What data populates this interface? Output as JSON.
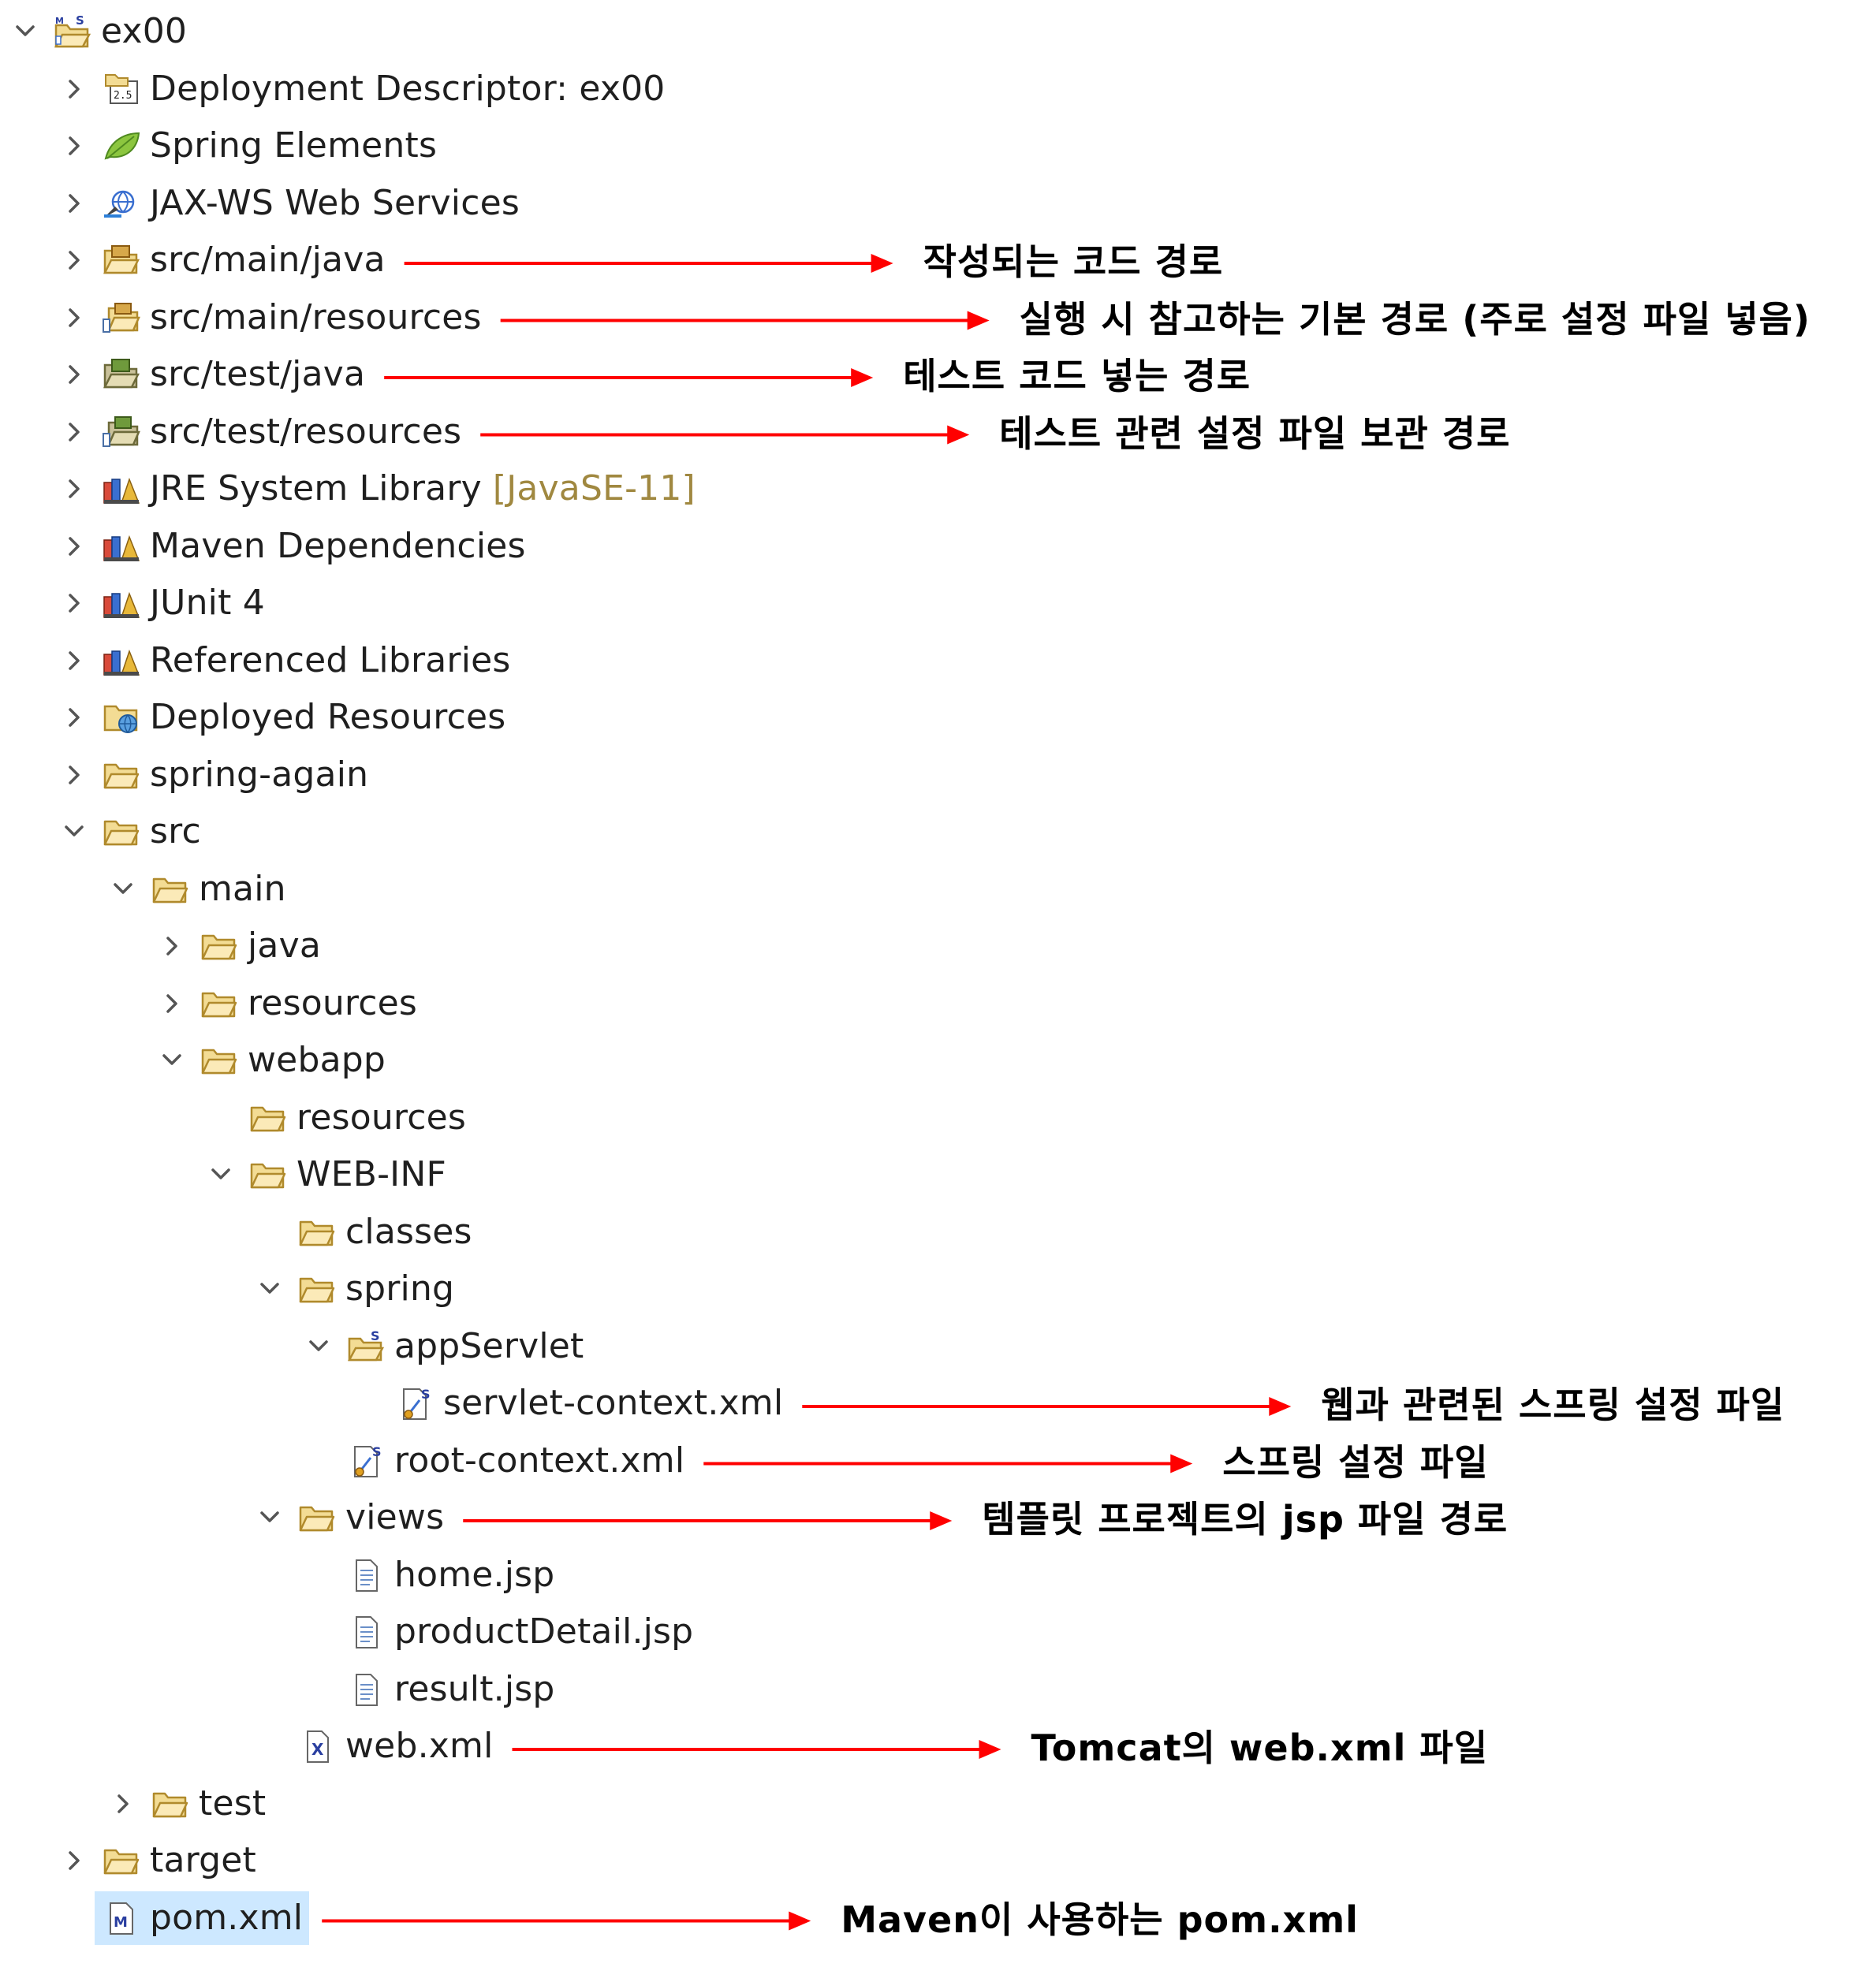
{
  "tree": [
    {
      "label": "ex00",
      "icon": "maven-spring-project-icon",
      "level": 0,
      "state": "expanded"
    },
    {
      "label": "Deployment Descriptor: ex00",
      "icon": "deployment-descriptor-icon",
      "level": 1,
      "state": "collapsed"
    },
    {
      "label": "Spring Elements",
      "icon": "spring-leaf-icon",
      "level": 1,
      "state": "collapsed"
    },
    {
      "label": "JAX-WS Web Services",
      "icon": "web-services-icon",
      "level": 1,
      "state": "collapsed"
    },
    {
      "label": "src/main/java",
      "icon": "source-folder-icon",
      "level": 1,
      "state": "collapsed"
    },
    {
      "label": "src/main/resources",
      "icon": "resource-source-folder-icon",
      "level": 1,
      "state": "collapsed"
    },
    {
      "label": "src/test/java",
      "icon": "test-source-folder-icon",
      "level": 1,
      "state": "collapsed"
    },
    {
      "label": "src/test/resources",
      "icon": "test-resource-folder-icon",
      "level": 1,
      "state": "collapsed"
    },
    {
      "label": "JRE System Library",
      "decoration": "[JavaSE-11]",
      "icon": "library-icon",
      "level": 1,
      "state": "collapsed"
    },
    {
      "label": "Maven Dependencies",
      "icon": "library-icon",
      "level": 1,
      "state": "collapsed"
    },
    {
      "label": "JUnit 4",
      "icon": "library-icon",
      "level": 1,
      "state": "collapsed"
    },
    {
      "label": "Referenced Libraries",
      "icon": "library-icon",
      "level": 1,
      "state": "collapsed"
    },
    {
      "label": "Deployed Resources",
      "icon": "deployed-resources-icon",
      "level": 1,
      "state": "collapsed"
    },
    {
      "label": "spring-again",
      "icon": "folder-icon",
      "level": 1,
      "state": "collapsed"
    },
    {
      "label": "src",
      "icon": "folder-icon",
      "level": 1,
      "state": "expanded"
    },
    {
      "label": "main",
      "icon": "folder-icon",
      "level": 2,
      "state": "expanded"
    },
    {
      "label": "java",
      "icon": "folder-icon",
      "level": 3,
      "state": "collapsed"
    },
    {
      "label": "resources",
      "icon": "folder-icon",
      "level": 3,
      "state": "collapsed"
    },
    {
      "label": "webapp",
      "icon": "folder-icon",
      "level": 3,
      "state": "expanded"
    },
    {
      "label": "resources",
      "icon": "folder-icon",
      "level": 4,
      "state": "leaf"
    },
    {
      "label": "WEB-INF",
      "icon": "folder-icon",
      "level": 4,
      "state": "expanded"
    },
    {
      "label": "classes",
      "icon": "folder-icon",
      "level": 5,
      "state": "leaf"
    },
    {
      "label": "spring",
      "icon": "folder-icon",
      "level": 5,
      "state": "expanded"
    },
    {
      "label": "appServlet",
      "icon": "spring-folder-icon",
      "level": 6,
      "state": "expanded"
    },
    {
      "label": "servlet-context.xml",
      "icon": "spring-xml-file-icon",
      "level": 7,
      "state": "leaf"
    },
    {
      "label": "root-context.xml",
      "icon": "spring-xml-file-icon",
      "level": 6,
      "state": "leaf"
    },
    {
      "label": "views",
      "icon": "folder-icon",
      "level": 5,
      "state": "expanded"
    },
    {
      "label": "home.jsp",
      "icon": "jsp-file-icon",
      "level": 6,
      "state": "leaf"
    },
    {
      "label": "productDetail.jsp",
      "icon": "jsp-file-icon",
      "level": 6,
      "state": "leaf"
    },
    {
      "label": "result.jsp",
      "icon": "jsp-file-icon",
      "level": 6,
      "state": "leaf"
    },
    {
      "label": "web.xml",
      "icon": "xml-file-icon",
      "level": 5,
      "state": "leaf"
    },
    {
      "label": "test",
      "icon": "folder-icon",
      "level": 2,
      "state": "collapsed"
    },
    {
      "label": "target",
      "icon": "folder-icon",
      "level": 1,
      "state": "collapsed"
    },
    {
      "label": "pom.xml",
      "icon": "maven-pom-file-icon",
      "level": 1,
      "state": "leaf",
      "selected": true
    }
  ],
  "annotations": [
    {
      "row": 4,
      "text": "작성되는 코드 경로"
    },
    {
      "row": 5,
      "text": "실행 시 참고하는 기본 경로 (주로 설정 파일 넣음)"
    },
    {
      "row": 6,
      "text": "테스트 코드 넣는 경로"
    },
    {
      "row": 7,
      "text": "테스트 관련 설정 파일 보관 경로"
    },
    {
      "row": 24,
      "text": "웹과 관련된 스프링 설정 파일"
    },
    {
      "row": 25,
      "text": "스프링 설정 파일"
    },
    {
      "row": 26,
      "text": "템플릿 프로젝트의 jsp 파일 경로"
    },
    {
      "row": 30,
      "text": "Tomcat의 web.xml 파일"
    },
    {
      "row": 33,
      "text": "Maven이 사용하는 pom.xml"
    }
  ],
  "colors": {
    "arrow": "#ff0000",
    "selection": "#cde8ff",
    "decoration_text": "#a08840",
    "chevron": "#555555",
    "folder_fill": "#f3dc94",
    "folder_stroke": "#b08a2c"
  }
}
